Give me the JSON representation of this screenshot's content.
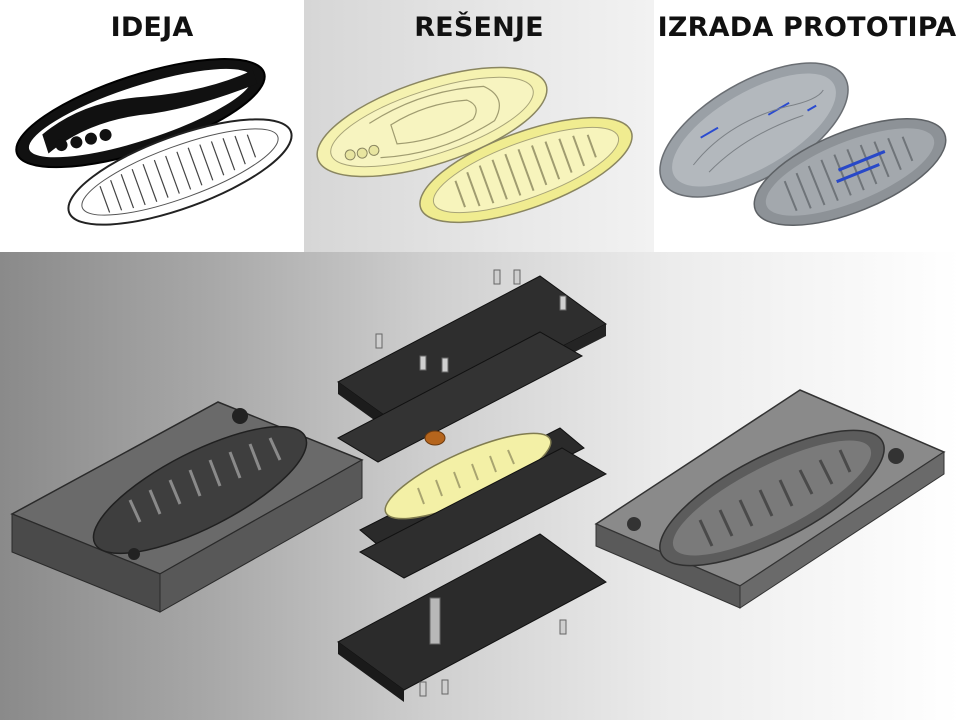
{
  "panels": [
    {
      "title": "IDEJA",
      "illustration": "sketch-of-sandal-soles"
    },
    {
      "title": "REŠENJE",
      "illustration": "yellow-3d-model-soles"
    },
    {
      "title": "IZRADA PROTOTIPA",
      "illustration": "grey-printed-prototype-soles"
    }
  ],
  "assembly": {
    "illustration": "exploded-mold-assembly",
    "colors": {
      "mold_dark": "#2e2e2e",
      "mold_grey": "#6e6e6e",
      "sole_yellow": "#f3f0a6",
      "bushing": "#b5651d"
    }
  }
}
